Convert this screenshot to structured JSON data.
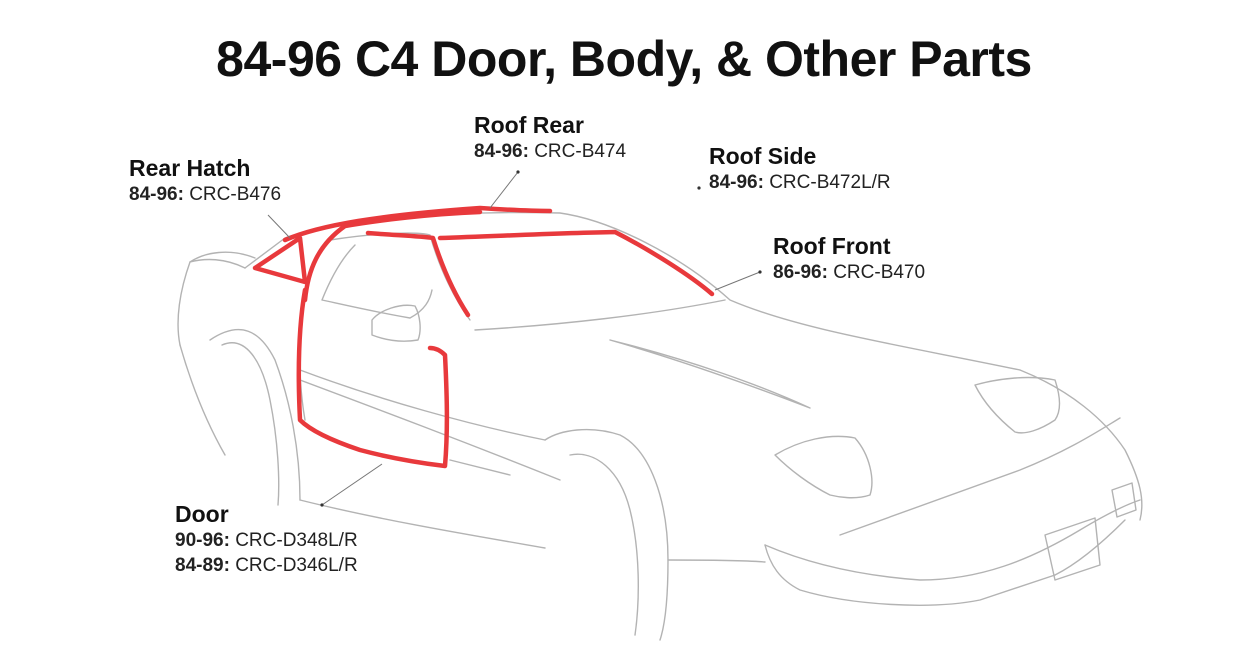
{
  "title": "84-96 C4 Door, Body, & Other Parts",
  "colors": {
    "seal": "#e8393c",
    "outline": "#b3b3b3"
  },
  "labels": {
    "rear_hatch": {
      "name": "Rear Hatch",
      "lines": [
        {
          "years": "84-96:",
          "part": "CRC-B476"
        }
      ]
    },
    "roof_rear": {
      "name": "Roof Rear",
      "lines": [
        {
          "years": "84-96:",
          "part": "CRC-B474"
        }
      ]
    },
    "roof_side": {
      "name": "Roof Side",
      "lines": [
        {
          "years": "84-96:",
          "part": "CRC-B472L/R"
        }
      ]
    },
    "roof_front": {
      "name": "Roof Front",
      "lines": [
        {
          "years": "86-96:",
          "part": "CRC-B470"
        }
      ]
    },
    "door": {
      "name": "Door",
      "lines": [
        {
          "years": "90-96:",
          "part": "CRC-D348L/R"
        },
        {
          "years": "84-89:",
          "part": "CRC-D346L/R"
        }
      ]
    }
  }
}
